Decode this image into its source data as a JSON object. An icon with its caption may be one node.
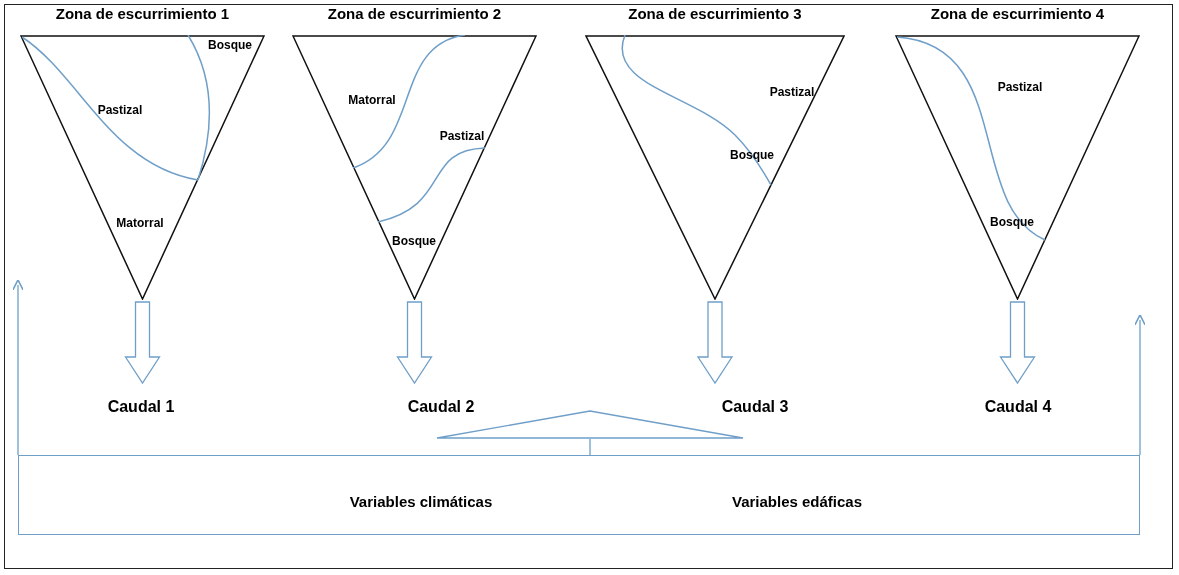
{
  "diagram": {
    "nodes": [
      {
        "text": [
          "Zona de escurrimiento 1"
        ]
      },
      {
        "text": [
          "Bosque"
        ],
        "in": 0
      },
      {
        "text": [
          "Pastizal"
        ],
        "in": 0
      },
      {
        "text": [
          "Matorral"
        ],
        "in": 0
      },
      {
        "text": [
          "Zona de escurrimiento 2"
        ]
      },
      {
        "text": [
          "Matorral"
        ],
        "in": 4
      },
      {
        "text": [
          "Pastizal"
        ],
        "in": 4
      },
      {
        "text": [
          "Bosque"
        ],
        "in": 4
      },
      {
        "text": [
          "Zona de escurrimiento 3"
        ]
      },
      {
        "text": [
          "Pastizal"
        ],
        "in": 8
      },
      {
        "text": [
          "Bosque"
        ],
        "in": 8
      },
      {
        "text": [
          "Zona de escurrimiento 4"
        ]
      },
      {
        "text": [
          "Pastizal"
        ],
        "in": 11
      },
      {
        "text": [
          "Bosque"
        ],
        "in": 11
      },
      {
        "text": [
          "Caudal 1"
        ]
      },
      {
        "text": [
          "Caudal 2"
        ]
      },
      {
        "text": [
          "Caudal 3"
        ]
      },
      {
        "text": [
          "Caudal 4"
        ]
      },
      {
        "text": [],
        "shape": "triangle"
      },
      {
        "text": [
          "Variables climáticas",
          "Variables edáficas"
        ]
      }
    ],
    "edges": [
      {
        "from": 0,
        "to": 14,
        "arrow": "to"
      },
      {
        "from": 4,
        "to": 15,
        "arrow": "to"
      },
      {
        "from": 8,
        "to": 16,
        "arrow": "to"
      },
      {
        "from": 11,
        "to": 17,
        "arrow": "to"
      },
      {
        "from": 19,
        "to": 18,
        "arrow": "none"
      },
      {
        "from": 19,
        "to": null,
        "arrow": "to"
      },
      {
        "from": 19,
        "to": null,
        "arrow": "to"
      }
    ]
  }
}
